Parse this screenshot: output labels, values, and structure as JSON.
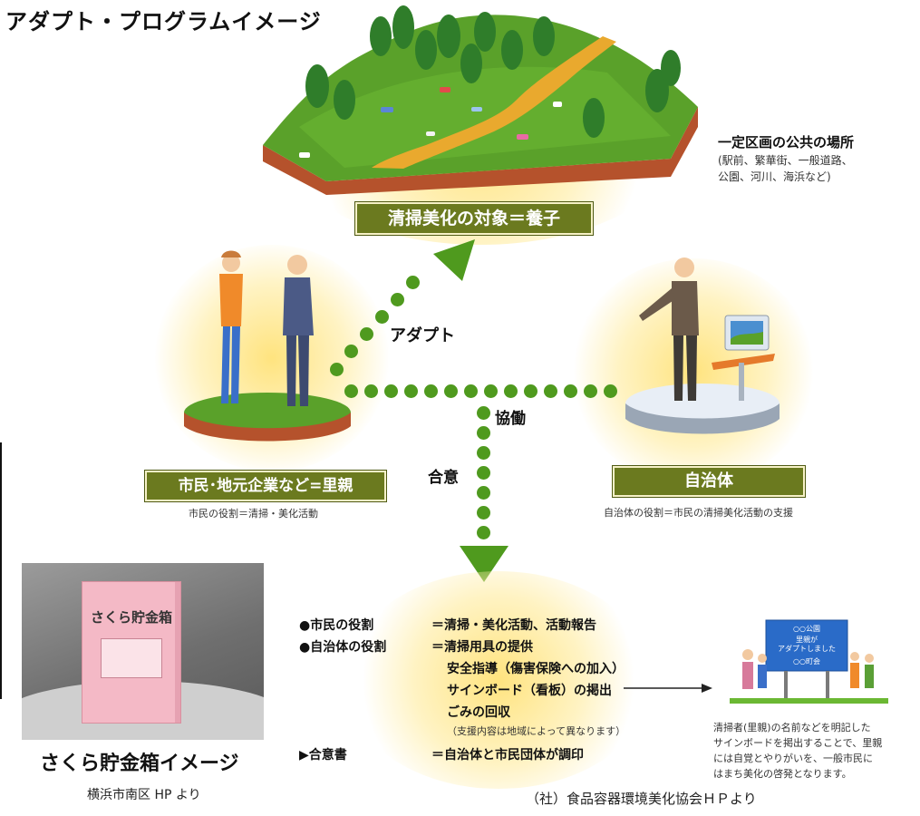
{
  "title": "アダプト・プログラムイメージ",
  "target": {
    "banner": "清掃美化の対象＝養子",
    "place_heading": "一定区画の公共の場所",
    "place_detail_1": "(駅前、繁華街、一般道路、",
    "place_detail_2": "公園、河川、海浜など)"
  },
  "citizen": {
    "banner": "市民･地元企業など=里親",
    "role_note": "市民の役割＝清掃・美化活動"
  },
  "municipality": {
    "banner": "自治体",
    "role_note": "自治体の役割＝市民の清掃美化活動の支援"
  },
  "arrows": {
    "adopt": "アダプト",
    "cooperate": "協働",
    "agreement": "合意"
  },
  "roles": {
    "citizen_label": "●市民の役割",
    "citizen_value": "＝清掃・美化活動、活動報告",
    "muni_label": "●自治体の役割",
    "muni_value_1": "＝清掃用具の提供",
    "muni_value_2": "安全指導（傷害保険への加入）",
    "muni_value_3": "サインボード（看板）の掲出",
    "muni_value_4": "ごみの回収",
    "muni_note": "（支援内容は地域によって異なります）",
    "agreement_label": "▶合意書",
    "agreement_value": "＝自治体と市民団体が調印"
  },
  "signboard": {
    "sign_line_1": "○○公園",
    "sign_line_2": "里親が",
    "sign_line_3": "アダプトしました",
    "sign_line_4": "○○町会",
    "note_1": "清掃者(里親)の名前などを明記した",
    "note_2": "サインボードを掲出することで、里親",
    "note_3": "には自覚とやりがいを、一般市民に",
    "note_4": "はまち美化の啓発となります。"
  },
  "box": {
    "label": "さくら貯金箱",
    "caption": "さくら貯金箱イメージ",
    "source": "横浜市南区 HP より"
  },
  "credit": "（社）食品容器環境美化協会ＨＰより",
  "colors": {
    "banner": "#6b7a1f",
    "dots": "#4f9a1e",
    "grass": "#5aa12a",
    "soil": "#b5522c",
    "glow": "#ffe278"
  }
}
